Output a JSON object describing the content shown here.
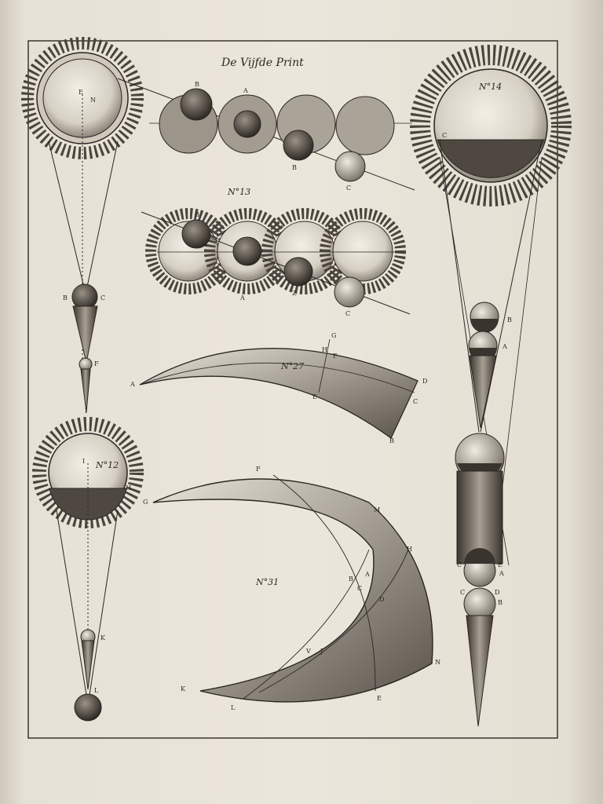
{
  "plate": {
    "title": "De Vijfde Print",
    "colors": {
      "paper": "#ebe6db",
      "ink": "#2a2622",
      "shade": "#6d665e"
    }
  },
  "figures": [
    {
      "label": "N°13"
    },
    {
      "label": "N°14"
    },
    {
      "label": "N°27"
    },
    {
      "label": "N°12"
    },
    {
      "label": "N°31"
    }
  ],
  "letters": {
    "sun1": "N",
    "sun1_e": "E",
    "top_b1": "B",
    "top_a": "A",
    "top_b2": "B",
    "top_c": "C",
    "l_b": "B",
    "l_c": "C",
    "l_f": "F",
    "l_i": "I",
    "n13_b": "B",
    "n13_a": "A",
    "n13_z": "Z",
    "n13_c": "C",
    "n27_a": "A",
    "n27_g": "G",
    "n27_h": "H",
    "n27_f": "F",
    "n27_d": "D",
    "n27_c": "C",
    "n27_e": "E",
    "n27_b": "B",
    "n12_i": "I",
    "n12_h": "H",
    "n12_k": "K",
    "n12_l": "L",
    "n31_f": "F",
    "n31_g": "G",
    "n31_m": "M",
    "n31_h": "H",
    "n31_b": "B",
    "n31_a": "A",
    "n31_c": "C",
    "n31_d": "D",
    "n31_v": "V",
    "n31_j": "J",
    "n31_n": "N",
    "n31_k": "K",
    "n31_l": "L",
    "n31_e": "E",
    "r_c": "C",
    "r_b": "B",
    "r_a": "A",
    "r_c2": "C",
    "r_e": "E",
    "r_a2": "A",
    "r_c3": "C",
    "r_d": "D",
    "r_b2": "B"
  }
}
